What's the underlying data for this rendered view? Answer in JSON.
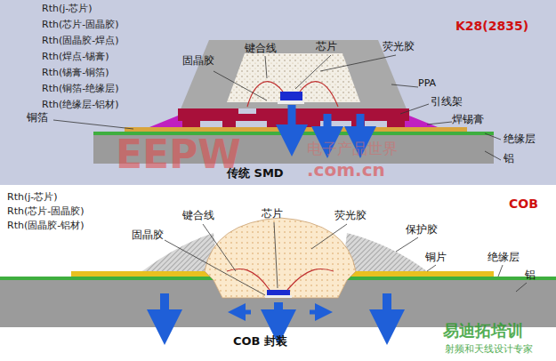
{
  "diagram": {
    "labels": [
      "Rth(j-芯片)",
      "Rth(芯片-固晶胶)",
      "Rth(固晶胶-焊点)",
      "Rth(焊点-锡膏)",
      "Rth(锡膏-铜箔)",
      "Rth(铜箔-绝缘层)",
      "Rth(绝缘层-铝材)",
      "K28(2835)",
      "固晶胶",
      "键合线",
      "芯片",
      "荧光胶",
      "PPA",
      "引线架",
      "焊锡膏",
      "绝缘层",
      "铝",
      "铜箔",
      "传统 SMD",
      "EEPW",
      "电子产品世界",
      ".com.cn",
      "Rth(j-芯片)",
      "Rth(芯片-固晶胶)",
      "Rth(固晶胶-铝材)",
      "COB",
      "固晶胶",
      "键合线",
      "芯片",
      "荧光胶",
      "保护胶",
      "铜片",
      "绝缘层",
      "铝",
      "COB 封装",
      "易迪拓培训",
      "射频和天线设计专家"
    ]
  }
}
